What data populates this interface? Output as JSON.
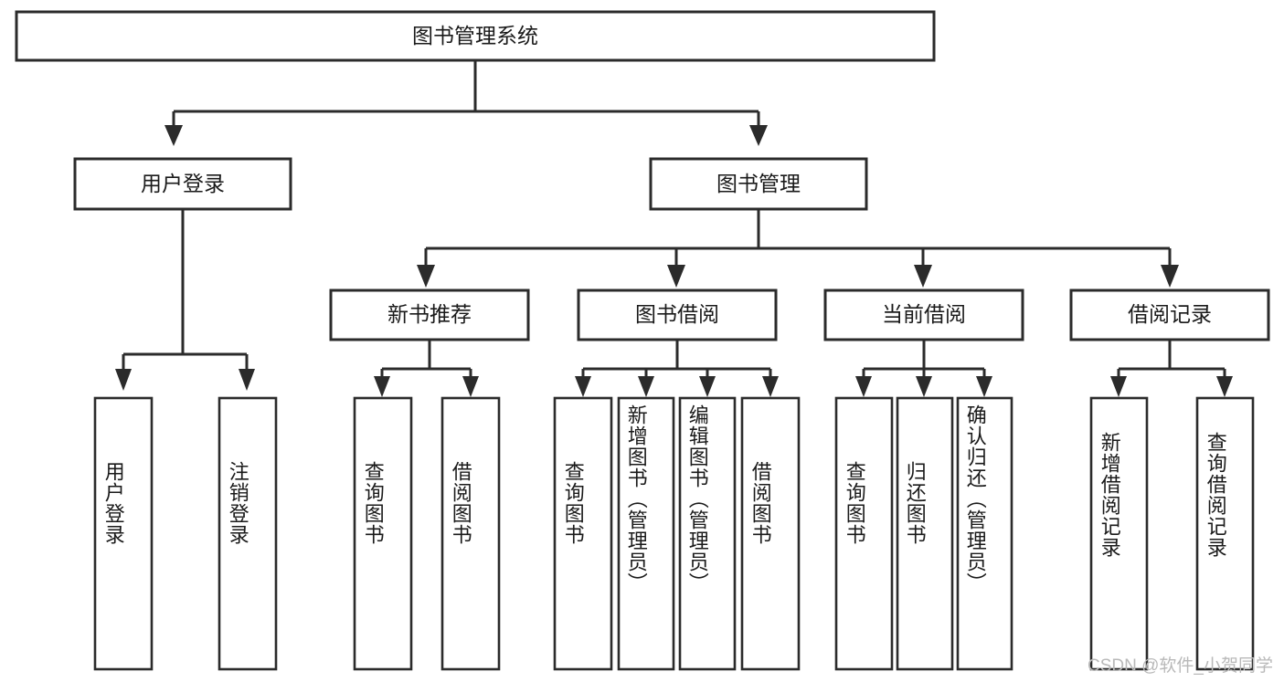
{
  "diagram": {
    "type": "tree",
    "title": "图书管理系统",
    "watermark": "CSDN @软件_小贺同学",
    "levels": {
      "root": {
        "label": "图书管理系统",
        "orientation": "horizontal"
      },
      "level2": [
        {
          "label": "用户登录",
          "orientation": "horizontal"
        },
        {
          "label": "图书管理",
          "orientation": "horizontal"
        }
      ],
      "level3": [
        {
          "label": "新书推荐",
          "orientation": "horizontal"
        },
        {
          "label": "图书借阅",
          "orientation": "horizontal"
        },
        {
          "label": "当前借阅",
          "orientation": "horizontal"
        },
        {
          "label": "借阅记录",
          "orientation": "horizontal"
        }
      ],
      "leaves": [
        {
          "label": "用户登录",
          "orientation": "vertical",
          "parent": "用户登录"
        },
        {
          "label": "注销登录",
          "orientation": "vertical",
          "parent": "用户登录"
        },
        {
          "label": "查询图书",
          "orientation": "vertical",
          "parent": "新书推荐"
        },
        {
          "label": "借阅图书",
          "orientation": "vertical",
          "parent": "新书推荐"
        },
        {
          "label": "查询图书",
          "orientation": "vertical",
          "parent": "图书借阅"
        },
        {
          "label": "新增图书（管理员）",
          "orientation": "vertical",
          "parent": "图书借阅"
        },
        {
          "label": "编辑图书（管理员）",
          "orientation": "vertical",
          "parent": "图书借阅"
        },
        {
          "label": "借阅图书",
          "orientation": "vertical",
          "parent": "图书借阅"
        },
        {
          "label": "查询图书",
          "orientation": "vertical",
          "parent": "当前借阅"
        },
        {
          "label": "归还图书",
          "orientation": "vertical",
          "parent": "当前借阅"
        },
        {
          "label": "确认归还（管理员）",
          "orientation": "vertical",
          "parent": "当前借阅"
        },
        {
          "label": "新增借阅记录",
          "orientation": "vertical",
          "parent": "借阅记录"
        },
        {
          "label": "查询借阅记录",
          "orientation": "vertical",
          "parent": "借阅记录"
        }
      ]
    },
    "colors": {
      "stroke": "#2b2b2b",
      "fill": "#ffffff",
      "text": "#1a1a1a",
      "watermark": "#b9b9b9"
    }
  }
}
